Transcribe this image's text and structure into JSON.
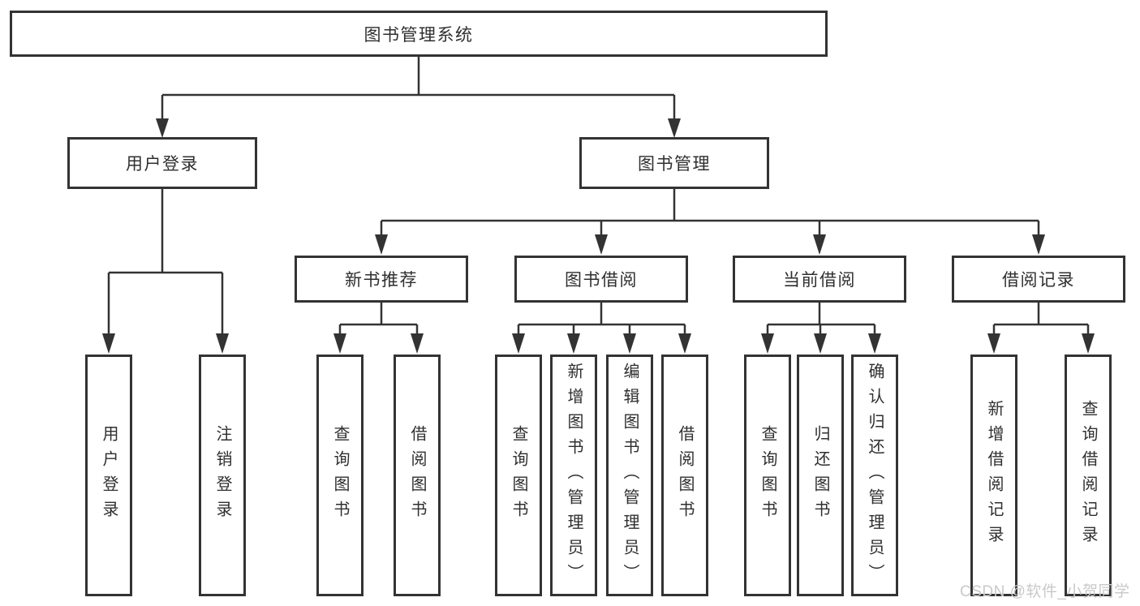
{
  "diagram": {
    "root": {
      "label": "图书管理系统"
    },
    "level2": [
      {
        "label": "用户登录"
      },
      {
        "label": "图书管理"
      }
    ],
    "level3": [
      {
        "label": "新书推荐"
      },
      {
        "label": "图书借阅"
      },
      {
        "label": "当前借阅"
      },
      {
        "label": "借阅记录"
      }
    ],
    "leaves": {
      "user_login": [
        "用户登录",
        "注销登录"
      ],
      "new_book": [
        "查询图书",
        "借阅图书"
      ],
      "book_borrow": [
        "查询图书",
        "新增图书（管理员）",
        "编辑图书（管理员）",
        "借阅图书"
      ],
      "current_borrow": [
        "查询图书",
        "归还图书",
        "确认归还（管理员）"
      ],
      "borrow_record": [
        "新增借阅记录",
        "查询借阅记录"
      ]
    }
  },
  "watermark": {
    "text": "CSDN @软件_小贺同学",
    "color": "#c9c9c9"
  },
  "colors": {
    "line": "#333333",
    "box_border": "#333333",
    "box_fill": "#ffffff",
    "text": "#2f2f2f",
    "background": "#ffffff"
  }
}
